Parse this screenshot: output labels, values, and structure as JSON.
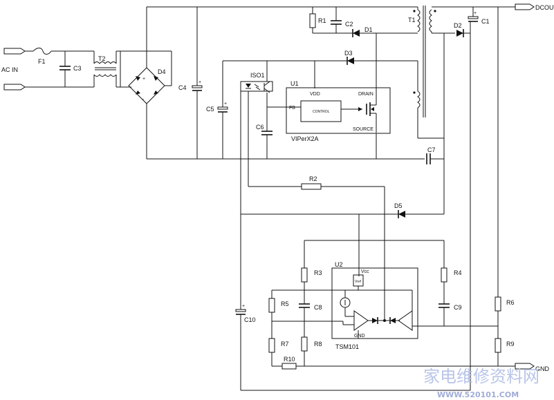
{
  "diagram": {
    "connectors": {
      "ac_in": "AC IN",
      "dcout": "DCOUT",
      "gnd": "GND"
    },
    "components": {
      "fuse": "F1",
      "c3": "C3",
      "t2": "T2",
      "d4": "D4",
      "c4": "C4",
      "c5": "C5",
      "iso1": "ISO1",
      "u1": "U1",
      "vdd": "VDD",
      "drain": "DRAIN",
      "fb": "FB",
      "control": "CONTROL",
      "source": "SOURCE",
      "viper": "VIPerX2A",
      "c6": "C6",
      "r1": "R1",
      "c2": "C2",
      "d1": "D1",
      "d3": "D3",
      "t1": "T1",
      "d2": "D2",
      "c1": "C1",
      "c7": "C7",
      "r2": "R2",
      "d5": "D5",
      "r3": "R3",
      "r4": "R4",
      "u2": "U2",
      "vcc": "Vcc",
      "vref": "Vref",
      "r5": "R5",
      "c8": "C8",
      "c9": "C9",
      "r6": "R6",
      "c10": "C10",
      "r7": "R7",
      "r8": "R8",
      "r9": "R9",
      "r10": "R10",
      "gnd_pin": "GND",
      "tsm101": "TSM101"
    },
    "polarity": {
      "plus": "+",
      "minus": "-"
    }
  },
  "watermark": {
    "cn": "家电维修资料网",
    "url": "WWW.520101.COM"
  }
}
